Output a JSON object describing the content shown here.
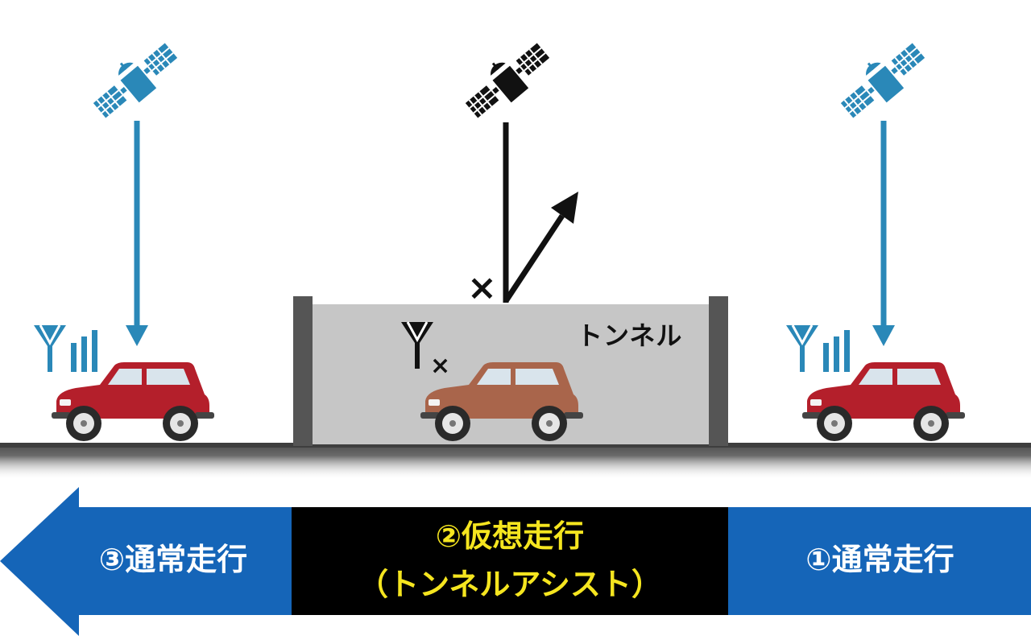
{
  "tunnel": {
    "label": "トンネル"
  },
  "bands": {
    "left": {
      "label": "③通常走行",
      "color": "#1565b8"
    },
    "middle": {
      "line1": "②仮想走行",
      "line2": "（トンネルアシスト）",
      "text_color": "#f5e51f",
      "color": "#000000"
    },
    "right": {
      "label": "①通常走行",
      "color": "#1565b8"
    }
  },
  "colors": {
    "signal_blue": "#2a88b8",
    "car_red": "#b41f2b",
    "car_brown": "#a9654b",
    "tunnel_fill": "#c6c6c6",
    "tunnel_wall": "#555555",
    "road": "#4a4a4a"
  },
  "icons": [
    "satellite-icon",
    "antenna-icon",
    "car-icon",
    "blocked-icon"
  ]
}
